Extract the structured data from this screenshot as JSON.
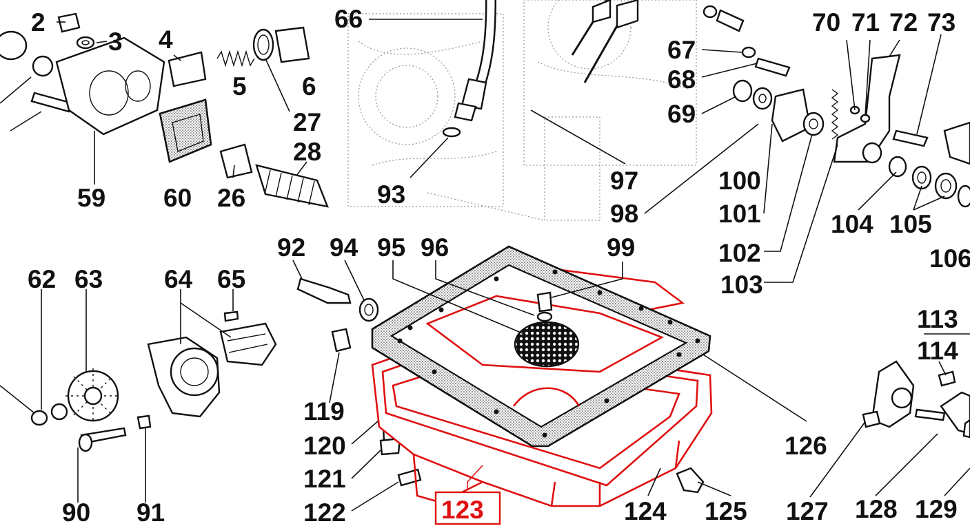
{
  "diagram": {
    "highlight_color": "#e01010",
    "highlighted_callout": "123",
    "callouts": [
      {
        "id": "c2",
        "text": "2"
      },
      {
        "id": "c3",
        "text": "3"
      },
      {
        "id": "c4",
        "text": "4"
      },
      {
        "id": "c5",
        "text": "5"
      },
      {
        "id": "c6",
        "text": "6"
      },
      {
        "id": "c27",
        "text": "27"
      },
      {
        "id": "c28",
        "text": "28"
      },
      {
        "id": "c59",
        "text": "59"
      },
      {
        "id": "c60",
        "text": "60"
      },
      {
        "id": "c26",
        "text": "26"
      },
      {
        "id": "c66",
        "text": "66"
      },
      {
        "id": "c93",
        "text": "93"
      },
      {
        "id": "c97",
        "text": "97"
      },
      {
        "id": "c98",
        "text": "98"
      },
      {
        "id": "c67",
        "text": "67"
      },
      {
        "id": "c68",
        "text": "68"
      },
      {
        "id": "c69",
        "text": "69"
      },
      {
        "id": "c70",
        "text": "70"
      },
      {
        "id": "c71",
        "text": "71"
      },
      {
        "id": "c72",
        "text": "72"
      },
      {
        "id": "c73",
        "text": "73"
      },
      {
        "id": "c100",
        "text": "100"
      },
      {
        "id": "c101",
        "text": "101"
      },
      {
        "id": "c102",
        "text": "102"
      },
      {
        "id": "c103",
        "text": "103"
      },
      {
        "id": "c104",
        "text": "104"
      },
      {
        "id": "c105",
        "text": "105"
      },
      {
        "id": "c106",
        "text": "106"
      },
      {
        "id": "c62",
        "text": "62"
      },
      {
        "id": "c63",
        "text": "63"
      },
      {
        "id": "c64",
        "text": "64"
      },
      {
        "id": "c65",
        "text": "65"
      },
      {
        "id": "c90",
        "text": "90"
      },
      {
        "id": "c91",
        "text": "91"
      },
      {
        "id": "c92",
        "text": "92"
      },
      {
        "id": "c94",
        "text": "94"
      },
      {
        "id": "c95",
        "text": "95"
      },
      {
        "id": "c96",
        "text": "96"
      },
      {
        "id": "c99",
        "text": "99"
      },
      {
        "id": "c119",
        "text": "119"
      },
      {
        "id": "c120",
        "text": "120"
      },
      {
        "id": "c121",
        "text": "121"
      },
      {
        "id": "c122",
        "text": "122"
      },
      {
        "id": "c123",
        "text": "123"
      },
      {
        "id": "c124",
        "text": "124"
      },
      {
        "id": "c125",
        "text": "125"
      },
      {
        "id": "c126",
        "text": "126"
      },
      {
        "id": "c127",
        "text": "127"
      },
      {
        "id": "c128",
        "text": "128"
      },
      {
        "id": "c129",
        "text": "129"
      },
      {
        "id": "c113",
        "text": "113"
      },
      {
        "id": "c114",
        "text": "114"
      }
    ]
  }
}
